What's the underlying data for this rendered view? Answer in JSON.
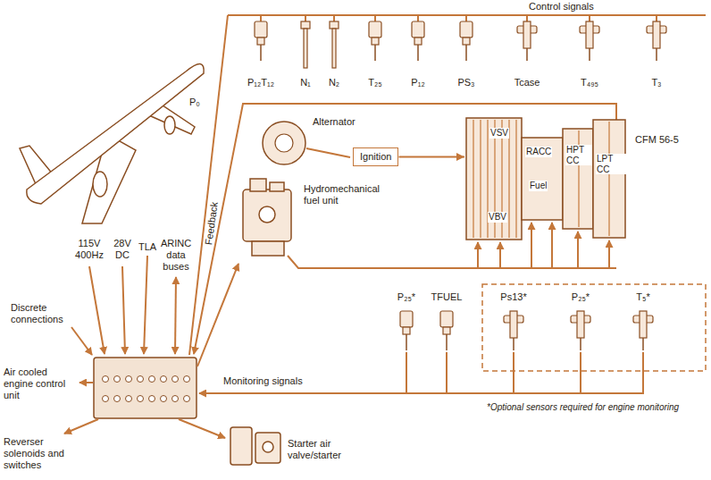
{
  "diagram": {
    "nodes": [
      {
        "text": [
          "Ignition"
        ]
      },
      {
        "text": [
          "VSV",
          "VBV",
          "RACC",
          "Fuel",
          "HPT CC",
          "LPT CC",
          "CFM 56-5"
        ]
      }
    ],
    "edges": [
      {
        "from": 0,
        "to": 1,
        "arrow": "to"
      }
    ],
    "labels": [
      "Control signals",
      "P₁₂T₁₂",
      "N₁",
      "N₂",
      "T₂₅",
      "P₁₂",
      "PS₃",
      "Tcase",
      "T₄₉₅",
      "T₃",
      "P₀",
      "Feedback",
      "115V 400Hz",
      "28V DC",
      "TLA",
      "ARINC data buses",
      "Discrete connections",
      "Air cooled engine control unit",
      "Reverser solenoids and switches",
      "Starter air valve/starter",
      "Alternator",
      "Hydromechanical fuel unit",
      "Monitoring signals",
      "P₂₅*",
      "TFUEL",
      "Ps13*",
      "P₂₅*",
      "T₅*",
      "*Optional sensors required for engine monitoring"
    ]
  }
}
